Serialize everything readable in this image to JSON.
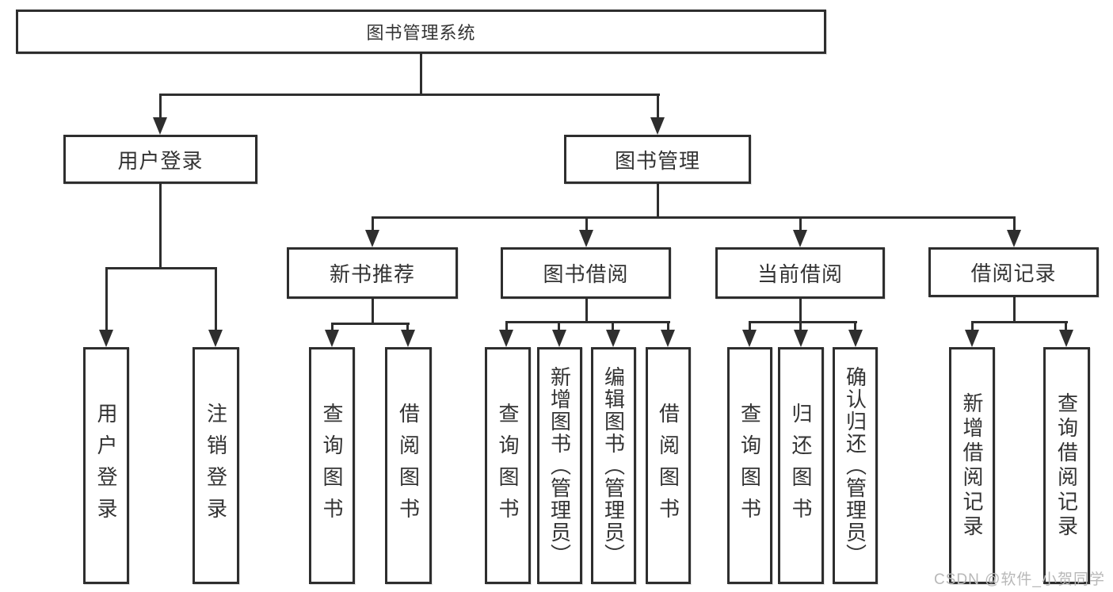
{
  "diagram": {
    "title": "图书管理系统",
    "watermark": "CSDN @软件_小贺同学",
    "colors": {
      "line": "#2e2e2e",
      "text": "#333333",
      "background": "#ffffff",
      "watermark": "#b8b8b8"
    },
    "nodes": [
      {
        "id": "root",
        "label": "图书管理系统",
        "level": 1,
        "parent": null
      },
      {
        "id": "user-login",
        "label": "用户登录",
        "level": 2,
        "parent": "root"
      },
      {
        "id": "book-management",
        "label": "图书管理",
        "level": 2,
        "parent": "root"
      },
      {
        "id": "new-book-recommend",
        "label": "新书推荐",
        "level": 3,
        "parent": "book-management"
      },
      {
        "id": "book-borrowing",
        "label": "图书借阅",
        "level": 3,
        "parent": "book-management"
      },
      {
        "id": "current-borrowing",
        "label": "当前借阅",
        "level": 3,
        "parent": "book-management"
      },
      {
        "id": "borrowing-records",
        "label": "借阅记录",
        "level": 3,
        "parent": "book-management"
      },
      {
        "id": "leaf-user-login",
        "label": "用户登录",
        "level": 4,
        "parent": "user-login"
      },
      {
        "id": "leaf-logout",
        "label": "注销登录",
        "level": 4,
        "parent": "user-login"
      },
      {
        "id": "leaf-query-books-1",
        "label": "查询图书",
        "level": 4,
        "parent": "new-book-recommend"
      },
      {
        "id": "leaf-borrow-books-1",
        "label": "借阅图书",
        "level": 4,
        "parent": "new-book-recommend"
      },
      {
        "id": "leaf-query-books-2",
        "label": "查询图书",
        "level": 4,
        "parent": "book-borrowing"
      },
      {
        "id": "leaf-add-books",
        "label": "新增图书（管理员）",
        "level": 4,
        "parent": "book-borrowing"
      },
      {
        "id": "leaf-edit-books",
        "label": "编辑图书（管理员）",
        "level": 4,
        "parent": "book-borrowing"
      },
      {
        "id": "leaf-borrow-books-2",
        "label": "借阅图书",
        "level": 4,
        "parent": "book-borrowing"
      },
      {
        "id": "leaf-query-books-3",
        "label": "查询图书",
        "level": 4,
        "parent": "current-borrowing"
      },
      {
        "id": "leaf-return-books",
        "label": "归还图书",
        "level": 4,
        "parent": "current-borrowing"
      },
      {
        "id": "leaf-confirm-return",
        "label": "确认归还（管理员）",
        "level": 4,
        "parent": "current-borrowing"
      },
      {
        "id": "leaf-add-borrow-record",
        "label": "新增借阅记录",
        "level": 4,
        "parent": "borrowing-records"
      },
      {
        "id": "leaf-query-borrow-record",
        "label": "查询借阅记录",
        "level": 4,
        "parent": "borrowing-records"
      }
    ]
  }
}
